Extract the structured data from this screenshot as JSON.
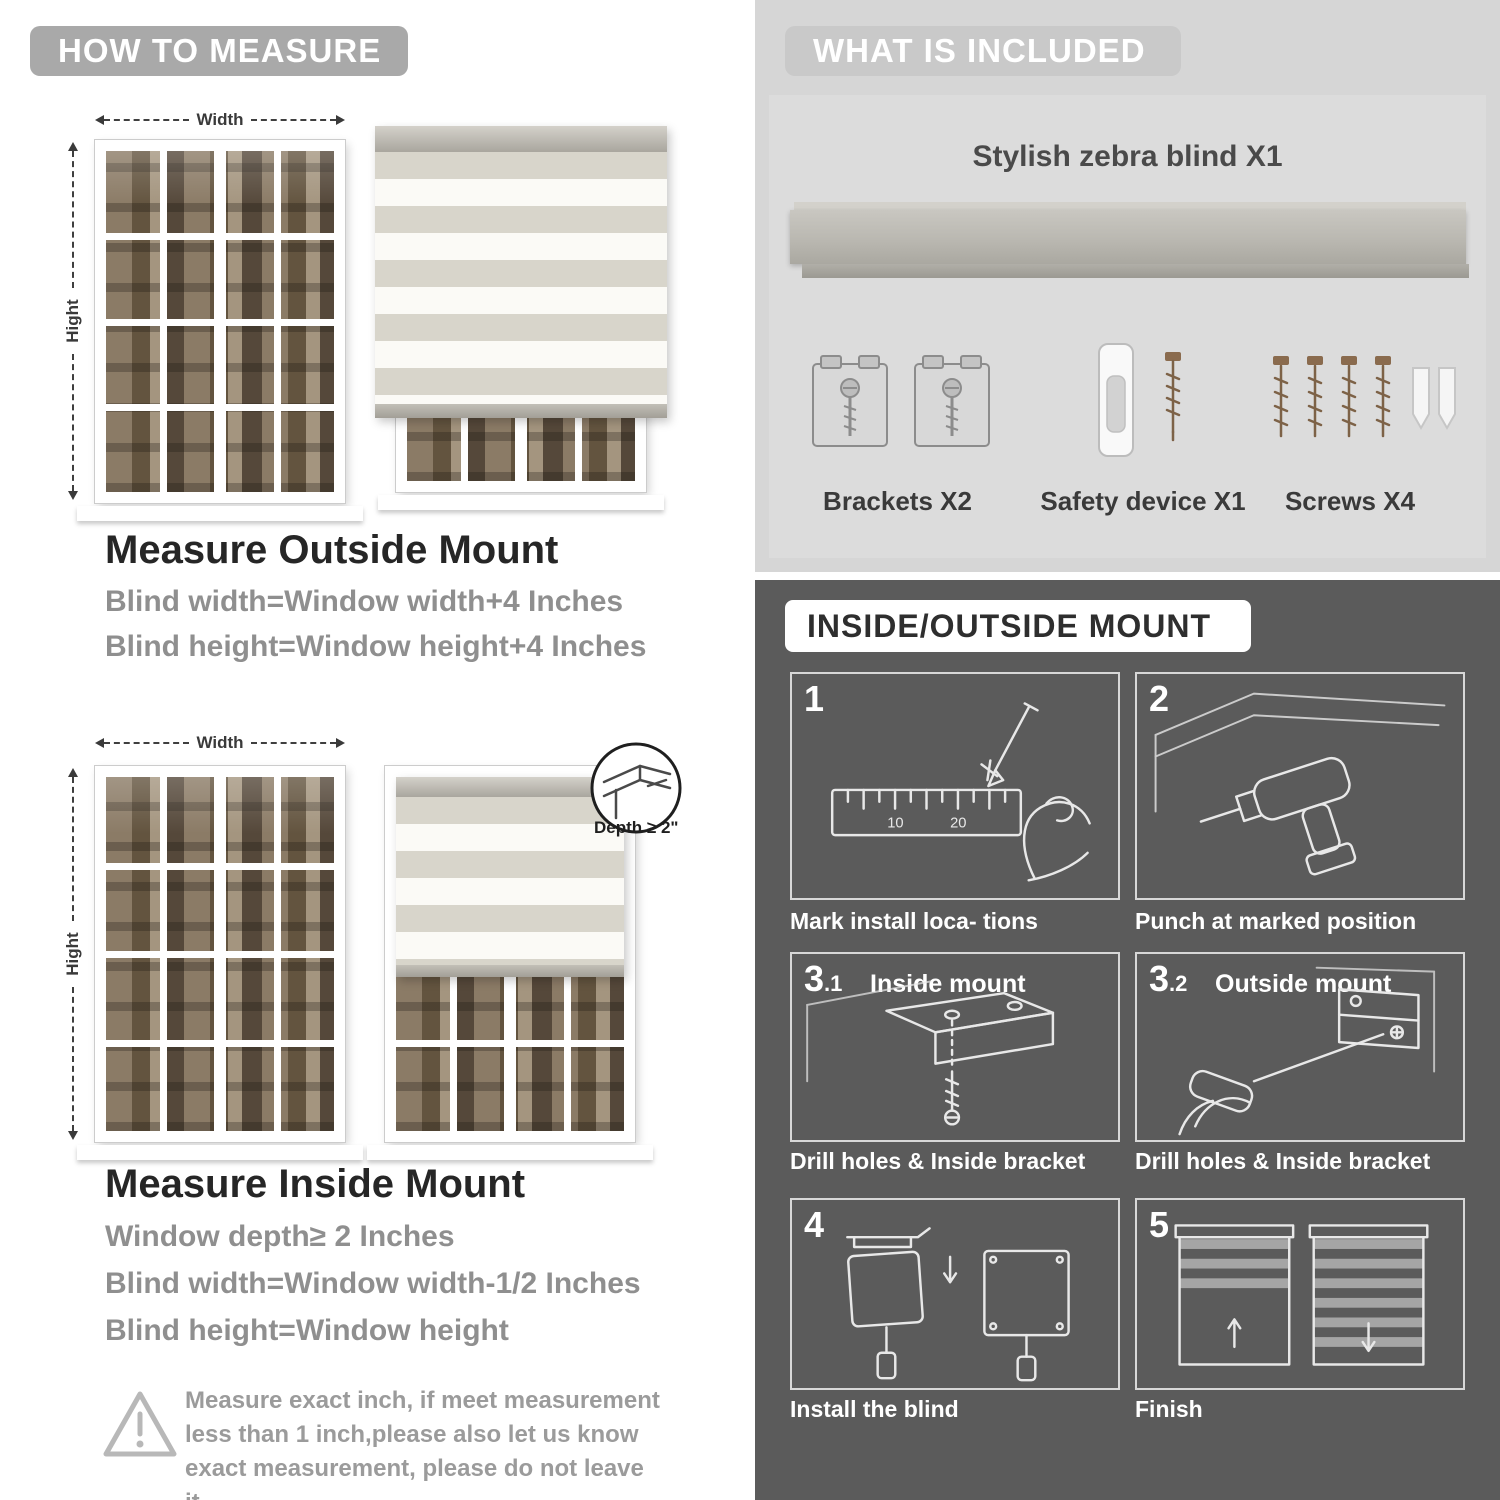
{
  "colors": {
    "left_pill_bg": "#a9a9a9",
    "right_top_bg": "#d6d6d6",
    "right_pill_bg": "#c9c9c9",
    "dark_bg": "#5b5b5b",
    "title_text": "#262626",
    "gray_text": "#8f8f8f"
  },
  "left": {
    "header": "HOW TO MEASURE",
    "outside": {
      "width_label": "Width",
      "height_label": "Hight",
      "title": "Measure Outside Mount",
      "lines": [
        "Blind width=Window width+4 Inches",
        "Blind height=Window height+4 Inches"
      ]
    },
    "inside": {
      "width_label": "Width",
      "height_label": "Hight",
      "depth_note": "Depth ≥ 2\"",
      "title": "Measure Inside Mount",
      "lines": [
        "Window depth≥ 2 Inches",
        "Blind width=Window width-1/2 Inches",
        "Blind height=Window height"
      ]
    },
    "warning_text": "Measure exact inch, if meet measurement less than 1 inch,please also let us know exact measurement, please do not leave it"
  },
  "right": {
    "included": {
      "header": "WHAT IS INCLUDED",
      "product_label": "Stylish zebra blind X1",
      "item_labels": [
        "Brackets X2",
        "Safety device X1",
        "Screws X4"
      ]
    },
    "mount": {
      "header": "INSIDE/OUTSIDE MOUNT",
      "steps": [
        {
          "num": "1",
          "caption": "Mark install loca- tions",
          "ruler_marks": [
            "10",
            "20"
          ]
        },
        {
          "num": "2",
          "caption": "Punch at  marked position"
        },
        {
          "num": "3",
          "sub": ".1",
          "label": "Inside mount",
          "caption": "Drill holes &  Inside bracket"
        },
        {
          "num": "3",
          "sub": ".2",
          "label": "Outside mount",
          "caption": "Drill holes &  Inside bracket"
        },
        {
          "num": "4",
          "caption": "Install the blind"
        },
        {
          "num": "5",
          "caption": "Finish"
        }
      ]
    }
  }
}
